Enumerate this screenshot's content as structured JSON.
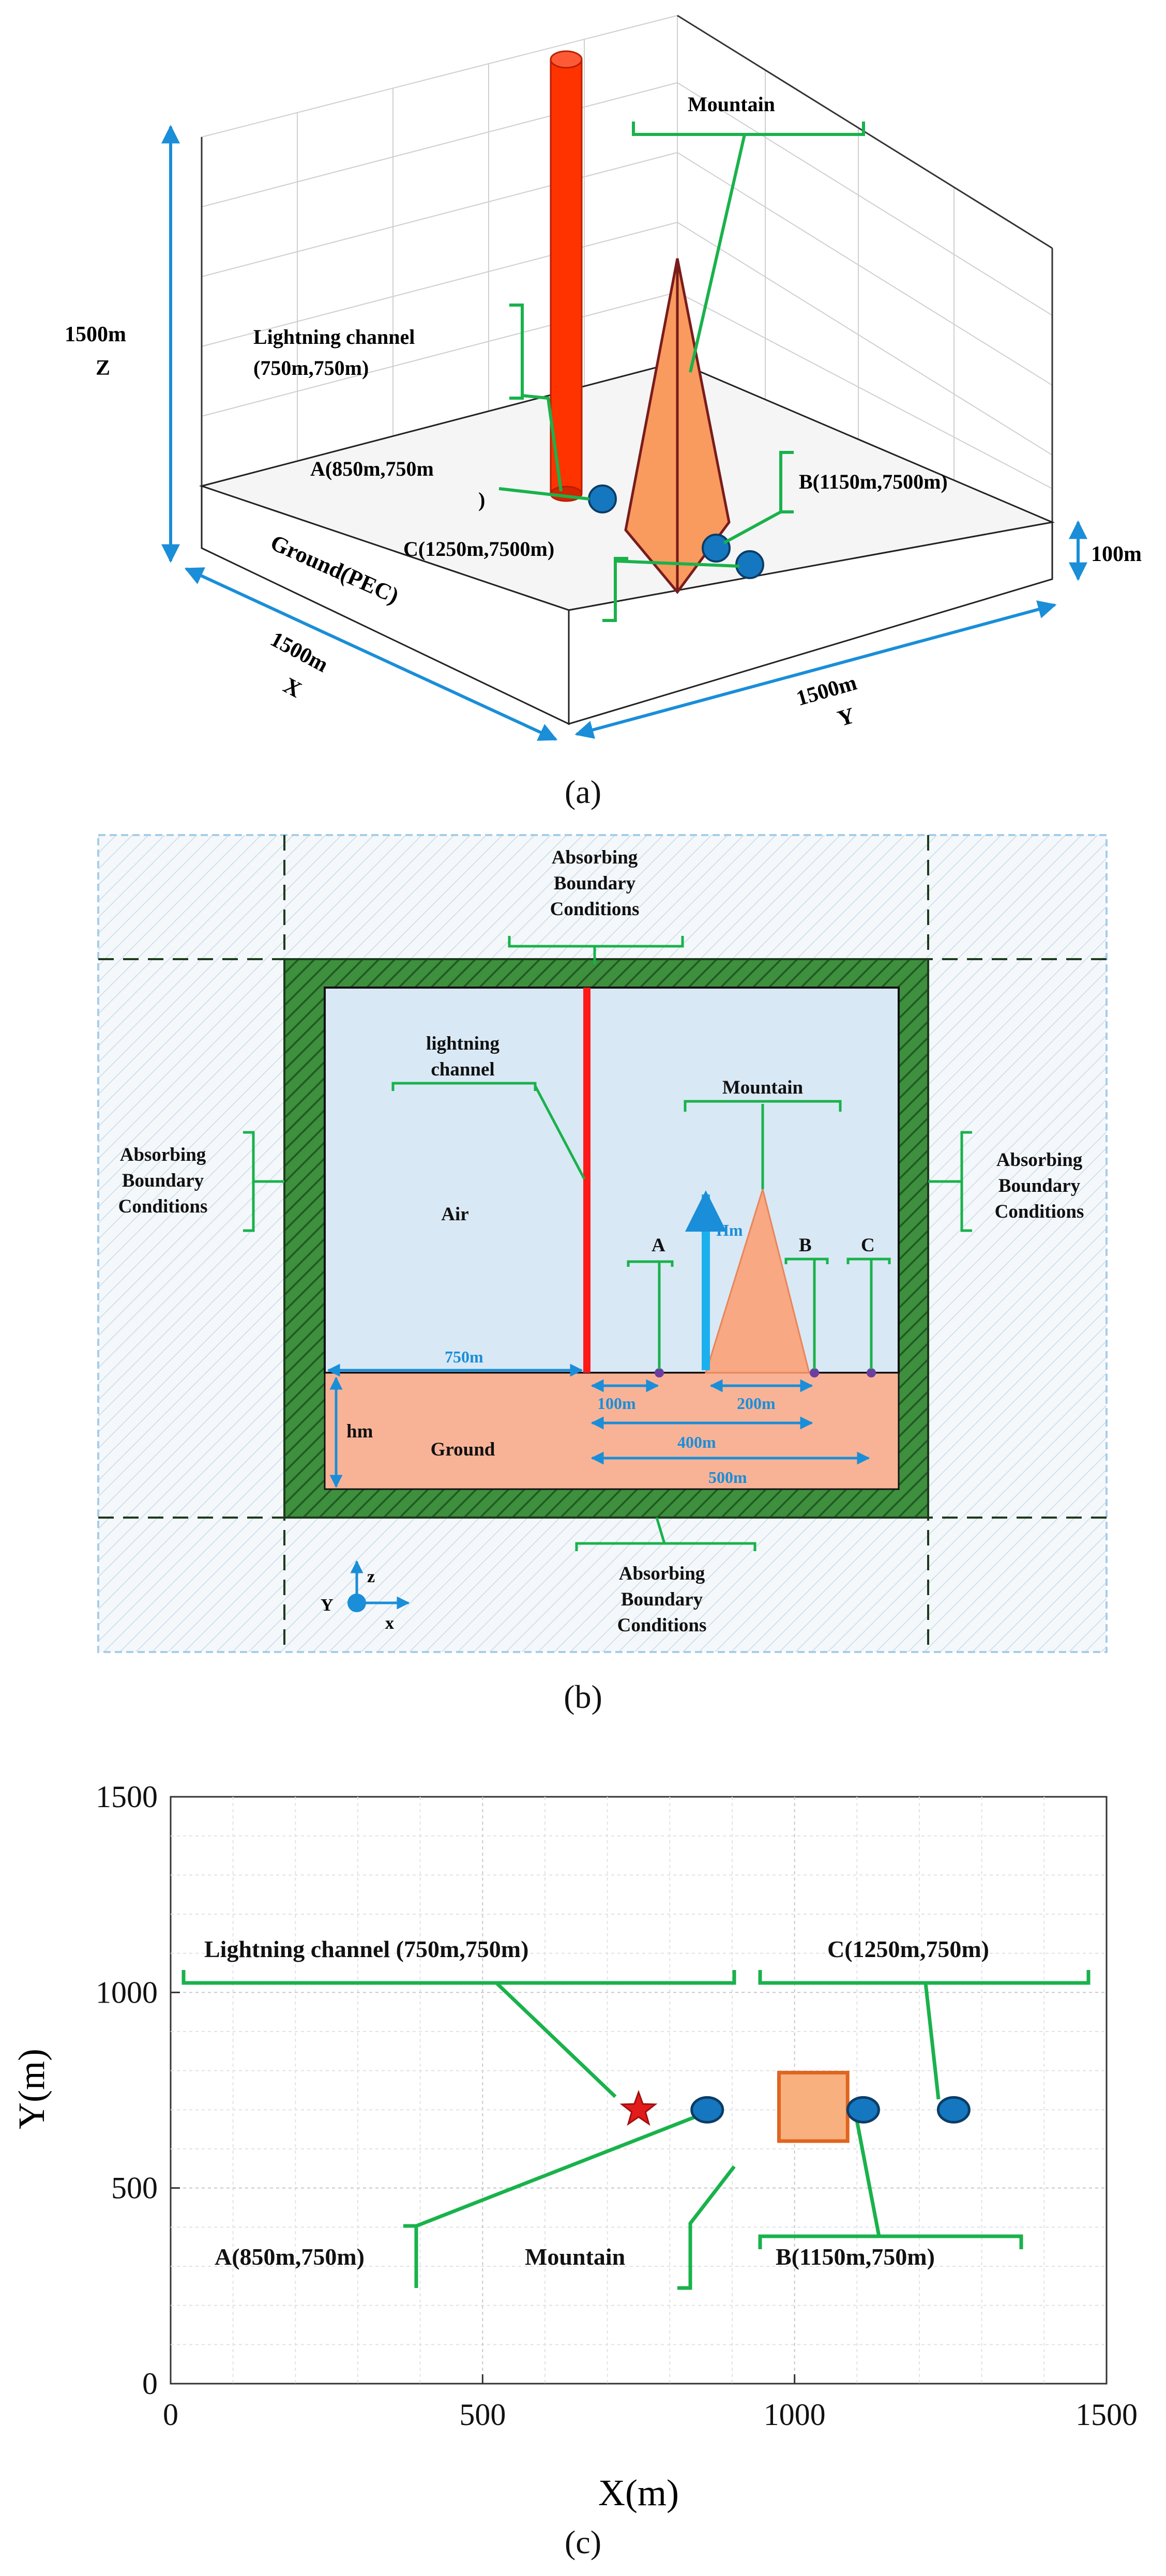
{
  "panel_a": {
    "caption": "(a)",
    "mountain_label": "Mountain",
    "channel_label_1": "Lightning channel",
    "channel_label_2": "(750m,750m)",
    "a_label_1": "A(850m,750m",
    "a_label_2": ")",
    "b_label": "B(1150m,7500m)",
    "c_label": "C(1250m,7500m)",
    "ground_label": "Ground(PEC)",
    "z_dim": "1500m",
    "z_axis": "Z",
    "x_dim": "1500m",
    "x_axis": "X",
    "y_dim": "1500m",
    "y_axis": "Y",
    "thickness_dim": "100m"
  },
  "panel_b": {
    "caption": "(b)",
    "abc_top_1": "Absorbing",
    "abc_top_2": "Boundary",
    "abc_top_3": "Conditions",
    "abc_left_1": "Absorbing",
    "abc_left_2": "Boundary",
    "abc_left_3": "Conditions",
    "abc_right_1": "Absorbing",
    "abc_right_2": "Boundary",
    "abc_right_3": "Conditions",
    "abc_bottom_1": "Absorbing",
    "abc_bottom_2": "Boundary",
    "abc_bottom_3": "Conditions",
    "channel_1": "lightning",
    "channel_2": "channel",
    "mountain": "Mountain",
    "air": "Air",
    "ground": "Ground",
    "hm_dim": "Hm",
    "ground_depth": "hm",
    "dim_750": "750m",
    "dim_100": "100m",
    "dim_200": "200m",
    "dim_400": "400m",
    "dim_500": "500m",
    "pt_a": "A",
    "pt_b": "B",
    "pt_c": "C",
    "axis_z": "z",
    "axis_x": "x",
    "axis_y": "Y"
  },
  "panel_c": {
    "caption": "(c)",
    "xlabel": "X(m)",
    "ylabel": "Y(m)",
    "x_ticks": [
      "0",
      "500",
      "1000",
      "1500"
    ],
    "y_ticks": [
      "0",
      "500",
      "1000",
      "1500"
    ],
    "channel_label": "Lightning channel (750m,750m)",
    "a_label": "A(850m,750m)",
    "b_label": "B(1150m,750m)",
    "c_label": "C(1250m,750m)",
    "mountain_label": "Mountain"
  },
  "chart_data": {
    "type": "scatter",
    "xlim": [
      0,
      1500
    ],
    "ylim": [
      0,
      1500
    ],
    "xlabel": "X(m)",
    "ylabel": "Y(m)",
    "grid": true,
    "points": [
      {
        "label": "Lightning channel (750m,750m)",
        "x": 750,
        "y": 700,
        "marker": "star",
        "color": "#e21b1b"
      },
      {
        "label": "A(850m,750m)",
        "x": 860,
        "y": 700,
        "marker": "circle",
        "color": "#1577c0"
      },
      {
        "label": "B(1150m,750m)",
        "x": 1110,
        "y": 700,
        "marker": "circle",
        "color": "#1577c0"
      },
      {
        "label": "C(1250m,750m)",
        "x": 1255,
        "y": 700,
        "marker": "circle",
        "color": "#1577c0"
      }
    ],
    "mountain": {
      "label": "Mountain",
      "x_range": [
        975,
        1085
      ],
      "y_range": [
        620,
        795
      ],
      "color": "#f8b07f"
    }
  },
  "colors": {
    "green": "#19b24b",
    "blue": "#1a8ed8",
    "red": "#ff1a1a",
    "ground": "#f8b397",
    "air": "#d9e8f5",
    "boundary": "#2f7d31"
  }
}
